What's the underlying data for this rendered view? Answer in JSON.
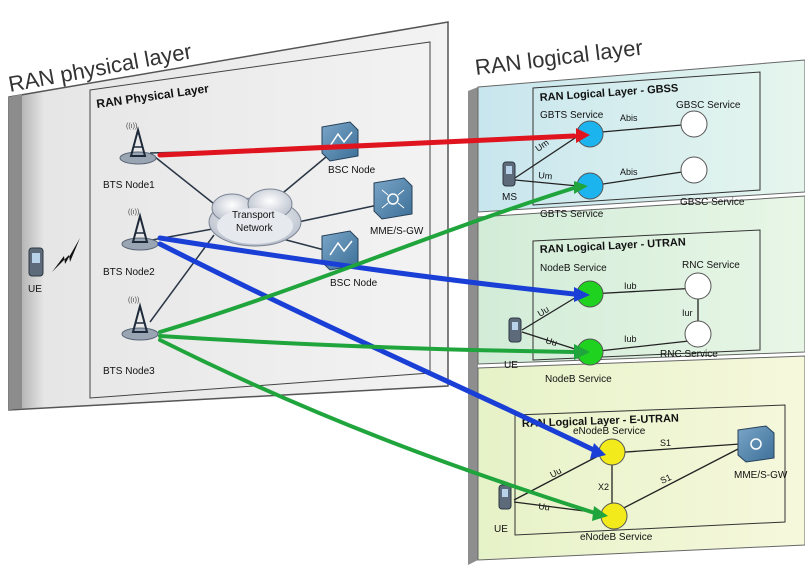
{
  "physical": {
    "big_title": "RAN physical layer",
    "box_title": "RAN Physical Layer",
    "ue_label": "UE",
    "bts": [
      "BTS Node1",
      "BTS Node2",
      "BTS Node3"
    ],
    "transport": [
      "Transport",
      "Network"
    ],
    "bsc": [
      "BSC Node",
      "BSC Node"
    ],
    "mme": "MME/S-GW"
  },
  "logical": {
    "big_title": "RAN logical layer",
    "gbss": {
      "title": "RAN Logical Layer - GBSS",
      "gbts_top": "GBTS Service",
      "gbsc_top": "GBSC Service",
      "gbts_bottom": "GBTS Service",
      "gbsc_bottom": "GBSC Service",
      "abis": "Abis",
      "um": "Um",
      "ms": "MS"
    },
    "utran": {
      "title": "RAN Logical Layer - UTRAN",
      "nodeb_top": "NodeB Service",
      "rnc_top": "RNC Service",
      "nodeb_bottom": "NodeB Service",
      "rnc_bottom": "RNC Service",
      "iub": "Iub",
      "iur": "Iur",
      "uu": "Uu",
      "ue": "UE"
    },
    "eutran": {
      "title": "RAN Logical Layer  -  E-UTRAN",
      "enodeb_top": "eNodeB Service",
      "enodeb_bottom": "eNodeB Service",
      "s1": "S1",
      "x2": "X2",
      "uu": "Uu",
      "ue": "UE",
      "mme": "MME/S-GW"
    }
  },
  "colors": {
    "red": "#e0141e",
    "blue": "#1a3fd6",
    "green": "#20a43c",
    "gbts": "#1cb4ee",
    "nodeb": "#1fd21f",
    "enodeb": "#f2ea1a"
  }
}
